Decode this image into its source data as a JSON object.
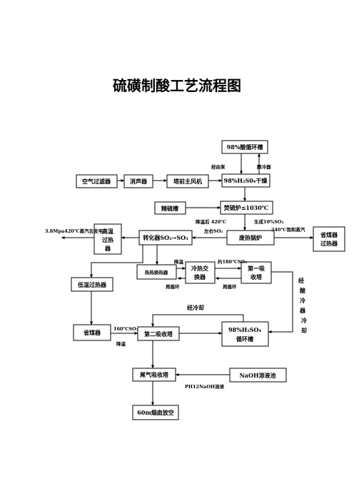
{
  "title": "硫磺制酸工艺流程图",
  "boxes": {
    "acid_tank_98_top": "98%酸循环槽",
    "air_filter": "空气过滤器",
    "silencer": "消声器",
    "main_blower": "塔前主风机",
    "dry_tower": "98%H₂S0₄干燥",
    "sulfur_tank": "精硫槽",
    "sulfur_furnace": "焚硫炉≤1030℃",
    "waste_heat_boiler": "废热锅炉",
    "economizer_superheater": [
      "省煤器",
      "过热器"
    ],
    "hp_superheater": [
      "高温",
      "过热",
      "器"
    ],
    "converter": "转化器SO₂→SO₃",
    "hot_exchanger": "热热换热器",
    "cold_exchanger": [
      "冷热交",
      "换器"
    ],
    "first_absorber": [
      "第一吸",
      "收塔"
    ],
    "lt_superheater": "低温过热器",
    "economizer": "省煤器",
    "second_absorber": "第二吸收塔",
    "acid_tank_98_bottom": [
      "98%H₂SO₄",
      "循环槽"
    ],
    "tail_gas_tower": "尾气吸收塔",
    "naoh_pool": "NaOH溶液池",
    "stack": "60m烟囱放空"
  },
  "labels": {
    "via_pump": "经由泵",
    "acid_cooler": "酸冷器",
    "cooled_420": "降温后 420℃",
    "about_so2": "左右SO₂",
    "generate_so2": "生成10%SO₂",
    "steam_240": "240℃饱和蒸汽",
    "steam_38": "3.8Mpa420℃蒸汽去发电",
    "cool_down_1": "降温",
    "about_180": "约180℃SO₃",
    "recirculate_left": "再循环",
    "recirculate_right": "再循环",
    "via_cooling": "经冷却",
    "so3_160": "160℃SO₃",
    "cool_down_2": "降温",
    "acid_cooler_cooling": [
      "经",
      "酸",
      "冷",
      "器",
      "冷",
      "却"
    ],
    "ph12": "PH12NaOH溶液"
  }
}
